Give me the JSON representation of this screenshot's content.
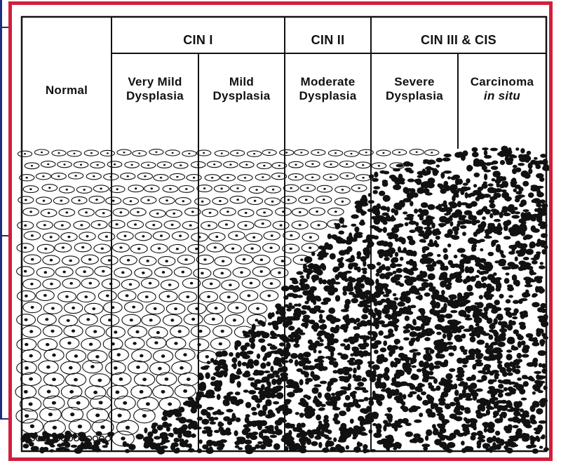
{
  "diagram": {
    "groups": [
      {
        "label": "CIN I"
      },
      {
        "label": "CIN II"
      },
      {
        "label": "CIN III & CIS"
      }
    ],
    "stages": [
      {
        "line1": "Normal",
        "line2": ""
      },
      {
        "line1": "Very Mild",
        "line2": "Dysplasia"
      },
      {
        "line1": "Mild",
        "line2": "Dysplasia"
      },
      {
        "line1": "Moderate",
        "line2": "Dysplasia"
      },
      {
        "line1": "Severe",
        "line2": "Dysplasia"
      },
      {
        "line1": "Carcinoma",
        "line2": "in situ"
      }
    ]
  },
  "colors": {
    "frame": "#d21e3c",
    "ink": "#111111",
    "side_line": "#1b2f7a"
  }
}
